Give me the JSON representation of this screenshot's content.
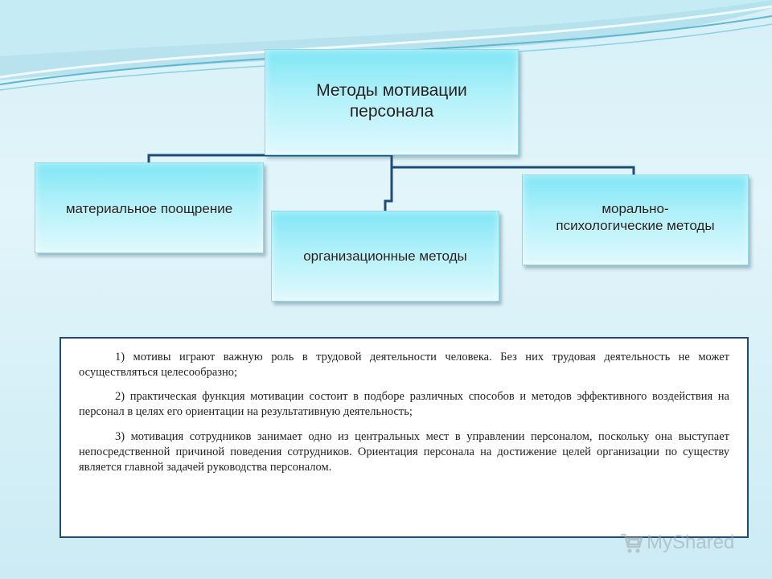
{
  "diagram": {
    "root": "Методы мотивации\nперсонала",
    "children": [
      "материальное поощрение",
      "организационные методы",
      "морально-\nпсихологические методы"
    ]
  },
  "text_block": {
    "paragraphs": [
      "1) мотивы играют важную роль в трудовой деятельности человека. Без них трудовая деятельность не может осуществляться целесообразно;",
      "2) практическая функция мотивации состоит в подборе различных способов и методов эффективного воздействия на персонал в целях его ориентации на результативную деятельность;",
      "3) мотивация сотрудников занимает одно из центральных мест в управлении персоналом, поскольку она выступает непосредственной причиной поведения сотрудников. Ориентация персонала на достижение целей организации по существу является главной задачей руководства персоналом."
    ]
  },
  "watermark": {
    "text": "MyShared",
    "icon": "cart-icon"
  },
  "colors": {
    "accent": "#1f4b7a",
    "node_fill": "#b2f1fa",
    "background": "#d6f0f7"
  }
}
